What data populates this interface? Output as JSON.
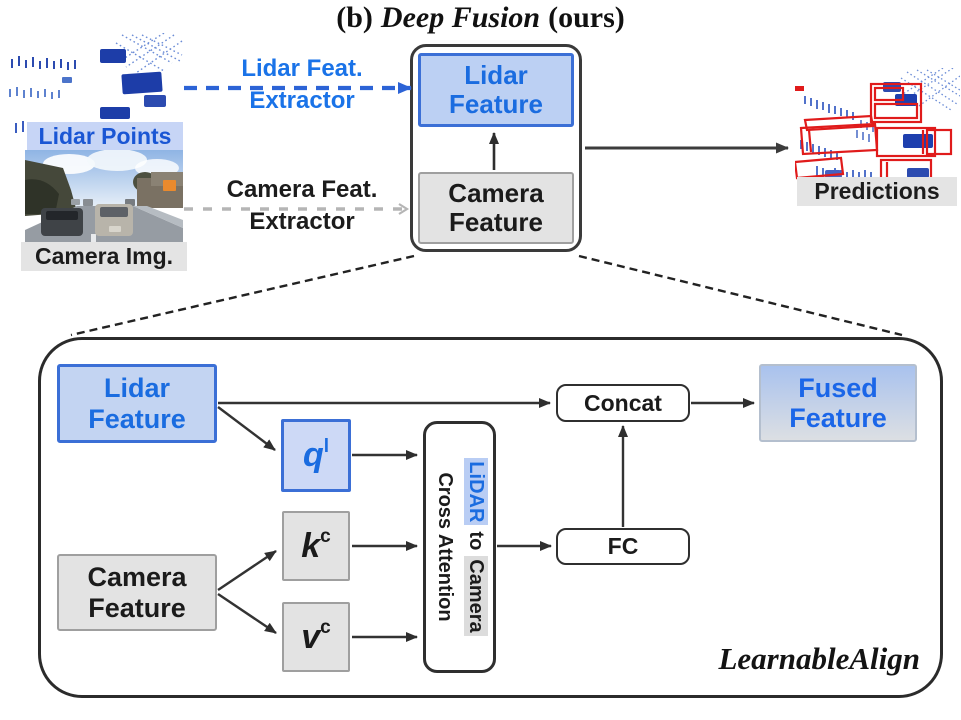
{
  "title": {
    "prefix": "(b)",
    "method": "Deep Fusion",
    "suffix": "(ours)"
  },
  "inputs": {
    "lidar_points_label": "Lidar Points",
    "camera_img_label": "Camera Img."
  },
  "extractors": {
    "lidar_line1": "Lidar Feat.",
    "lidar_line2": "Extractor",
    "camera_line1": "Camera Feat.",
    "camera_line2": "Extractor"
  },
  "fusion_box": {
    "lidar_feature_line1": "Lidar",
    "lidar_feature_line2": "Feature",
    "camera_feature_line1": "Camera",
    "camera_feature_line2": "Feature"
  },
  "output": {
    "predictions_label": "Predictions"
  },
  "learnable_align": {
    "lidar_feature_line1": "Lidar",
    "lidar_feature_line2": "Feature",
    "camera_feature_line1": "Camera",
    "camera_feature_line2": "Feature",
    "query_base": "q",
    "query_sup": "l",
    "key_base": "k",
    "key_sup": "c",
    "value_base": "v",
    "value_sup": "c",
    "attn_lidar": "LiDAR",
    "attn_to": "to",
    "attn_camera": "Camera",
    "attn_line2": "Cross Attention",
    "concat_label": "Concat",
    "fc_label": "FC",
    "fused_feature_line1": "Fused",
    "fused_feature_line2": "Feature",
    "caption": "LearnableAlign"
  },
  "colors": {
    "lidar_accent": "#1a6ce0",
    "lidar_fill": "#bcd0f3",
    "lidar_border": "#3b6fd6",
    "camera_fill": "#e3e3e3",
    "camera_border": "#9f9f9f",
    "prediction_red": "#e01b1b",
    "arrow_dark": "#2e2e2e",
    "camera_dash_gray": "#b5b5b5"
  }
}
